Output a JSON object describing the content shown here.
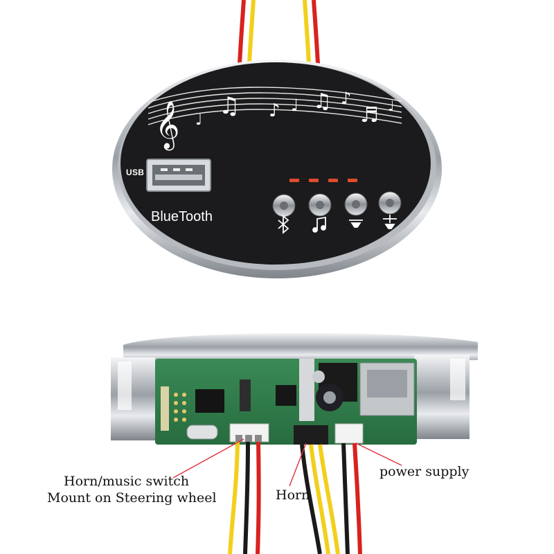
{
  "panel": {
    "usb_label": "USB",
    "brand_label": "BlueTooth",
    "button_icons": [
      "bluetooth-icon",
      "music-note-icon",
      "volume-down-icon",
      "volume-up-icon"
    ]
  },
  "callouts": {
    "horn_switch_line1": "Horn/music switch",
    "horn_switch_line2": "Mount on Steering wheel",
    "horn": "Horn",
    "power": "power supply"
  },
  "colors": {
    "panel_face": "#1b1b1d",
    "chrome": "#c9ccd0",
    "pcb": "#2f7d4a",
    "callout_line": "#e0303a",
    "wire_red": "#d8221f",
    "wire_yellow": "#f2cf1c",
    "wire_black": "#1a1a1a"
  }
}
